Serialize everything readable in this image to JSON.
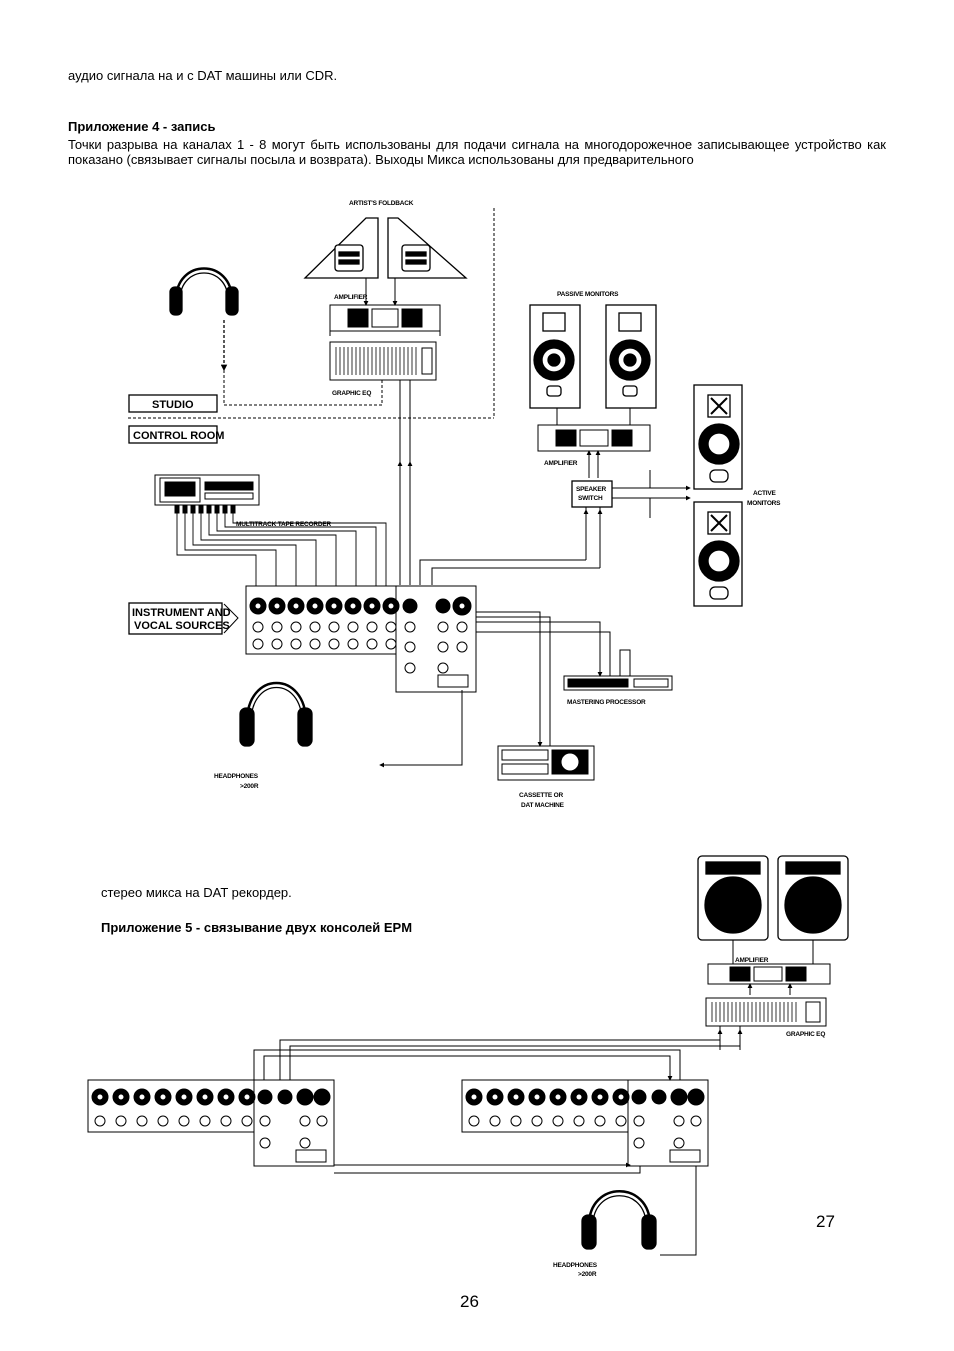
{
  "text": {
    "top_line": "аудио сигнала  на и с DAT  машины  или  CDR.",
    "app4_heading": "Приложение 4 - запись",
    "app4_para": "Точки разрыва на каналах 1 - 8 могут быть использованы  для  подачи сигнала на многодорожечное записывающее устройство как показано (связывает  сигналы посыла и возврата). Выходы Микса  использованы для предварительного",
    "mid_line": "стерео микса на    DAT рекордер.",
    "app5_heading": "Приложение 5 - связывание двух консолей EPM",
    "page_left": "26",
    "page_right": "27"
  },
  "diagram1": {
    "artists_foldback": "ARTIST'S FOLDBACK",
    "amplifier": "AMPLIFIER",
    "graphic_eq": "GRAPHIC EQ",
    "studio": "STUDIO",
    "control_room": "CONTROL ROOM",
    "passive_monitors": "PASSIVE MONITORS",
    "amplifier2": "AMPLIFIER",
    "speaker_switch_1": "SPEAKER",
    "speaker_switch_2": "SWITCH",
    "active_monitors_1": "ACTIVE",
    "active_monitors_2": "MONITORS",
    "multitrack": "MULTITRACK TAPE RECORDER",
    "instrument_1": "INSTRUMENT AND",
    "instrument_2": "VOCAL SOURCES",
    "mastering": "MASTERING PROCESSOR",
    "headphones_1": "HEADPHONES",
    "headphones_2": ">200R",
    "cassette_1": "CASSETTE OR",
    "cassette_2": "DAT MACHINE"
  },
  "diagram2": {
    "amplifier": "AMPLIFIER",
    "graphic_eq": "GRAPHIC EQ",
    "headphones_1": "HEADPHONES",
    "headphones_2": ">200R"
  }
}
